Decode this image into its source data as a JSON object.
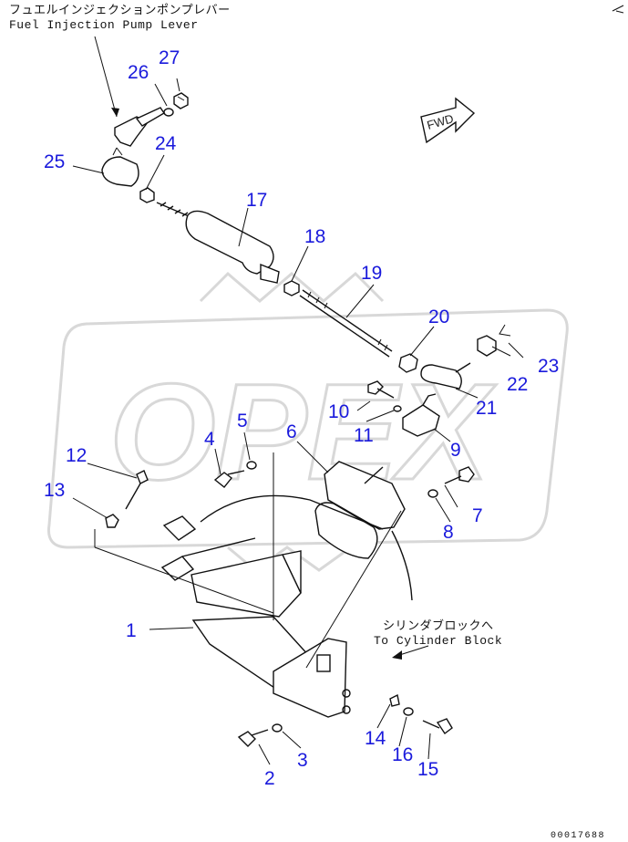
{
  "notes": {
    "fuel_pump_jp": "フュエルインジェクションポンプレバー",
    "fuel_pump_en": "Fuel Injection Pump Lever",
    "cylinder_jp": "シリンダブロックへ",
    "cylinder_en": "To Cylinder Block",
    "fwd_label": "FWD",
    "doc_number": "00017688"
  },
  "watermark": "OPEX",
  "parts": {
    "p1": "1",
    "p2": "2",
    "p3": "3",
    "p4": "4",
    "p5": "5",
    "p6": "6",
    "p7": "7",
    "p8": "8",
    "p9": "9",
    "p10": "10",
    "p11": "11",
    "p12": "12",
    "p13": "13",
    "p14": "14",
    "p15": "15",
    "p16": "16",
    "p17": "17",
    "p18": "18",
    "p19": "19",
    "p20": "20",
    "p21": "21",
    "p22": "22",
    "p23": "23",
    "p24": "24",
    "p25": "25",
    "p26": "26",
    "p27": "27"
  },
  "colors": {
    "callout": "#1a1adc",
    "line": "#111111",
    "watermark": "#d8d8d8"
  }
}
